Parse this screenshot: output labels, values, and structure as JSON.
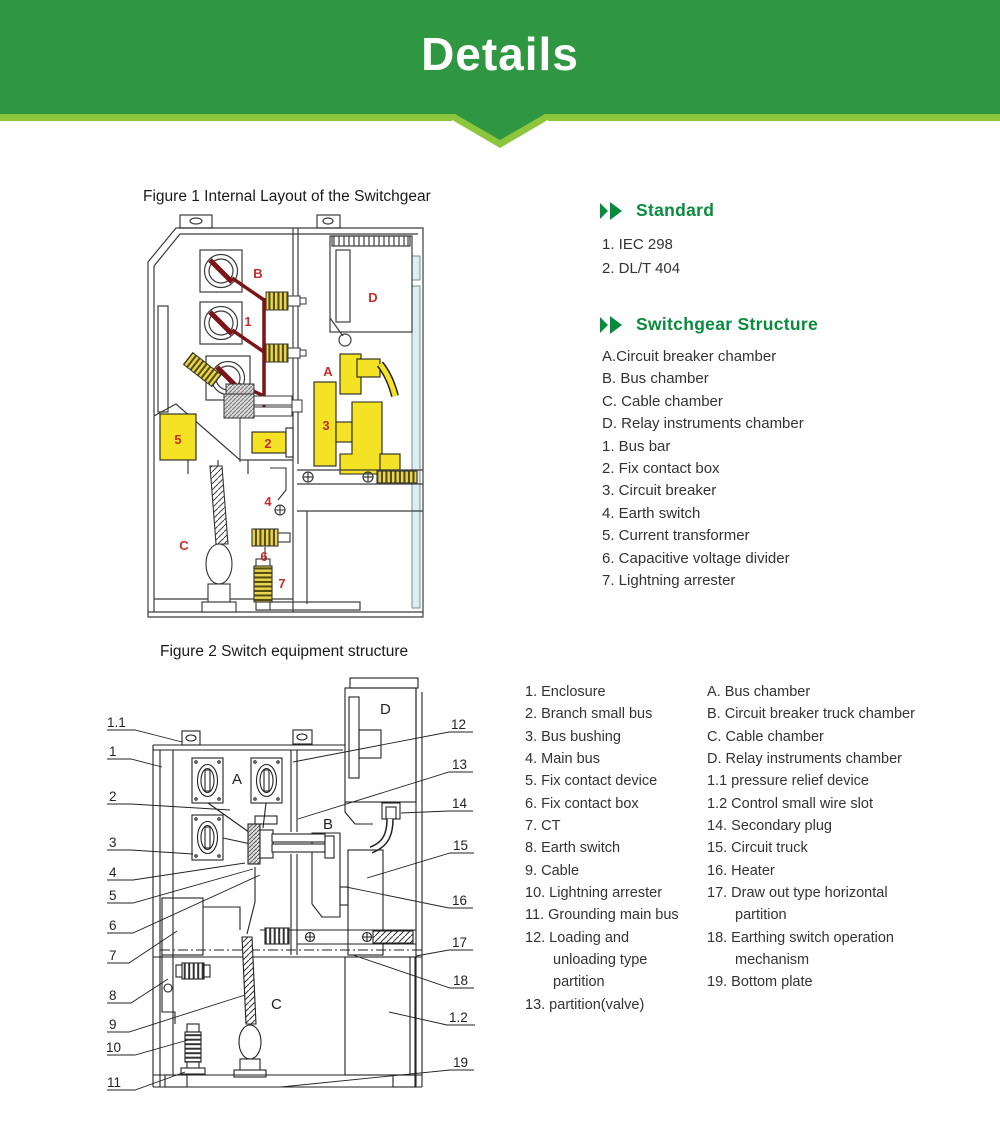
{
  "banner": {
    "title": "Details"
  },
  "colors": {
    "banner_green": "#2f9641",
    "banner_light_green": "#8cc63c",
    "heading_green": "#078b3c",
    "diagram_label_red": "#c22f2e",
    "busbar_dark_red": "#7b1518",
    "part_yellow": "#f4e325",
    "panel_light_blue": "#d9eef5"
  },
  "figure1": {
    "caption": "Figure 1 Internal Layout of the Switchgear",
    "labels": [
      "B",
      "1",
      "D",
      "A",
      "5",
      "2",
      "3",
      "4",
      "C",
      "6",
      "7"
    ]
  },
  "standard": {
    "heading": "Standard",
    "items": [
      "1. IEC 298",
      "2. DL/T 404"
    ]
  },
  "switchgear_structure": {
    "heading": "Switchgear Structure",
    "items": [
      "A.Circuit breaker chamber",
      "B. Bus chamber",
      "C. Cable chamber",
      "D. Relay instruments chamber",
      "1. Bus bar",
      "2. Fix contact box",
      "3. Circuit breaker",
      "4. Earth switch",
      "5. Current transformer",
      "6. Capacitive voltage divider",
      "7. Lightning arrester"
    ]
  },
  "figure2": {
    "caption": "Figure 2 Switch equipment structure",
    "callouts_left": [
      "1.1",
      "1",
      "2",
      "3",
      "4",
      "5",
      "6",
      "7",
      "8",
      "9",
      "10",
      "11"
    ],
    "callouts_right": [
      "12",
      "13",
      "14",
      "15",
      "16",
      "17",
      "18",
      "1.2",
      "19"
    ],
    "chambers": [
      "A",
      "B",
      "C",
      "D"
    ]
  },
  "parts_list_left": [
    "1. Enclosure",
    "2. Branch small bus",
    "3. Bus bushing",
    "4. Main bus",
    "5. Fix contact device",
    "6. Fix contact box",
    "7. CT",
    "8. Earth switch",
    "9. Cable",
    "10. Lightning arrester",
    "11. Grounding main bus",
    "12. Loading and",
    "unloading type",
    "partition",
    "13. partition(valve)"
  ],
  "parts_list_right": [
    "A. Bus chamber",
    "B. Circuit breaker truck chamber",
    "C. Cable chamber",
    "D. Relay instruments chamber",
    "1.1 pressure relief device",
    "1.2 Control small wire slot",
    "14. Secondary plug",
    "15. Circuit truck",
    "16. Heater",
    "17. Draw out type horizontal",
    "partition",
    "18. Earthing switch operation",
    "mechanism",
    "19. Bottom plate"
  ]
}
